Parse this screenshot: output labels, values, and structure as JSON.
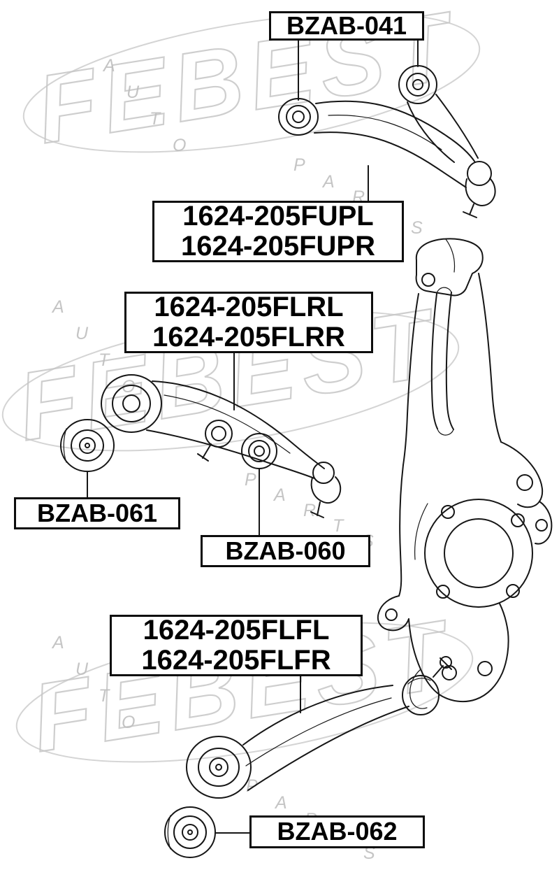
{
  "colors": {
    "line": "#161616",
    "label_border": "#0d0d0d",
    "watermark": "#c6c6c6",
    "background": "#ffffff"
  },
  "watermark": {
    "brand": "FEBEST",
    "auto": [
      "A",
      "U",
      "T",
      "O"
    ],
    "parts": [
      "P",
      "A",
      "R",
      "T",
      "S"
    ]
  },
  "labels": {
    "bzab041": {
      "text": "BZAB-041"
    },
    "fup": {
      "line1": "1624-205FUPL",
      "line2": "1624-205FUPR"
    },
    "flr": {
      "line1": "1624-205FLRL",
      "line2": "1624-205FLRR"
    },
    "bzab061": {
      "text": "BZAB-061"
    },
    "bzab060": {
      "text": "BZAB-060"
    },
    "flf": {
      "line1": "1624-205FLFL",
      "line2": "1624-205FLFR"
    },
    "bzab062": {
      "text": "BZAB-062"
    }
  }
}
